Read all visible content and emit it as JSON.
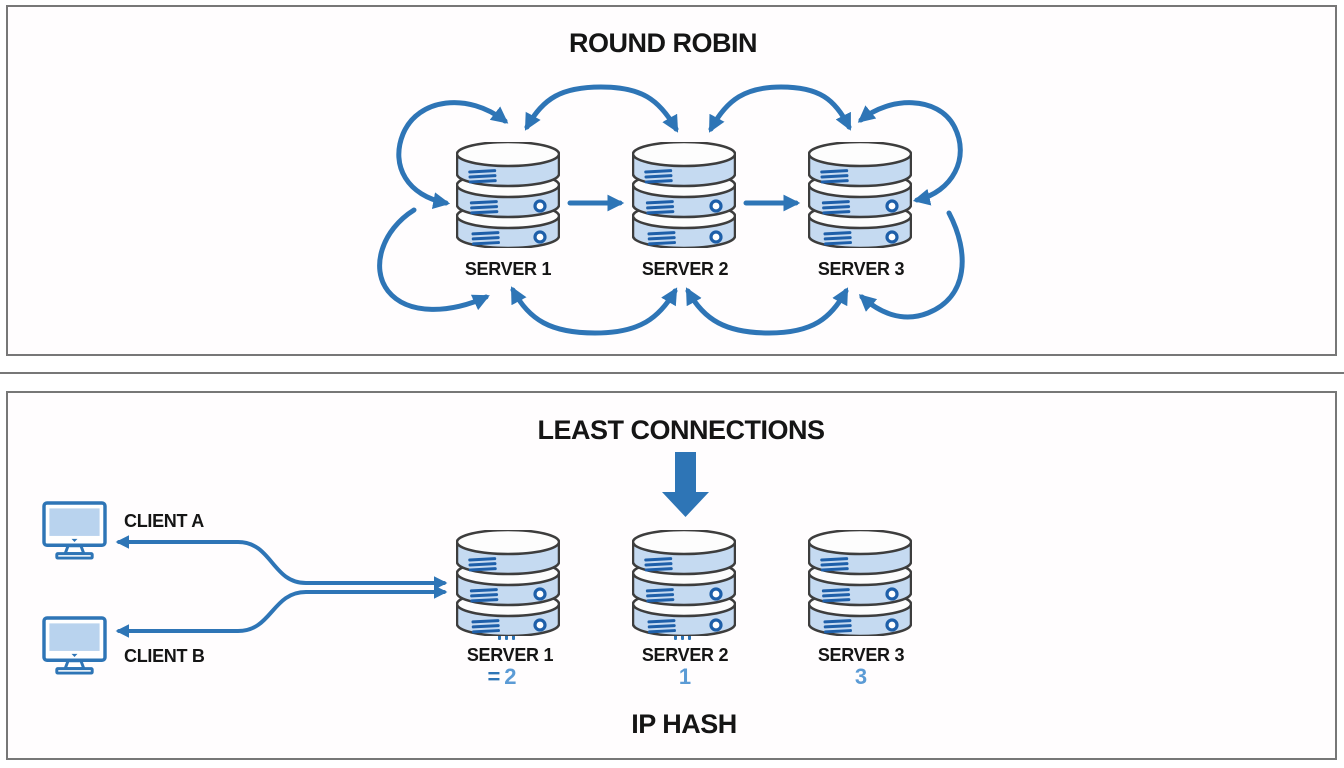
{
  "panels": {
    "round_robin": {
      "title": "ROUND ROBIN",
      "servers": [
        {
          "label": "SERVER 1"
        },
        {
          "label": "SERVER 2"
        },
        {
          "label": "SERVER 3"
        }
      ]
    },
    "least_connections": {
      "title": "LEAST CONNECTIONS",
      "clients": [
        {
          "label": "CLIENT A"
        },
        {
          "label": "CLIENT B"
        }
      ],
      "servers": [
        {
          "label": "SERVER 1",
          "count_prefix": "=",
          "count": "2"
        },
        {
          "label": "SERVER 2",
          "count_prefix": "",
          "count": "1"
        },
        {
          "label": "SERVER 3",
          "count_prefix": "",
          "count": "3"
        }
      ],
      "footer_title": "IP HASH"
    }
  },
  "icons": {
    "server": "database-icon",
    "client": "monitor-icon",
    "flow": "curved-arrow-icon",
    "dispatch": "block-down-arrow-icon"
  },
  "colors": {
    "arrow_blue": "#2e75b6",
    "count_blue": "#5b9bd5",
    "db_fill": "#c5daf1",
    "db_detail_blue": "#1e5fa9",
    "db_outline": "#3d3d3d",
    "panel_border_gray": "#777777"
  }
}
